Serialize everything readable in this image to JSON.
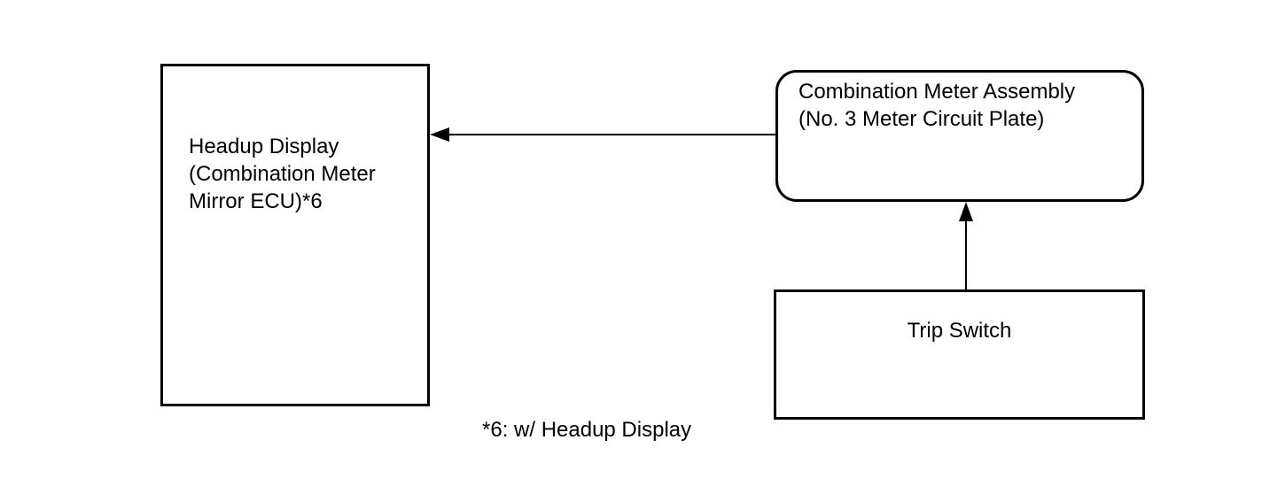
{
  "diagram": {
    "nodes": {
      "headup_display": {
        "lines": [
          "Headup Display",
          "(Combination Meter",
          "Mirror ECU)*6"
        ]
      },
      "combination_meter": {
        "lines": [
          "Combination Meter Assembly",
          "(No. 3 Meter Circuit Plate)"
        ]
      },
      "trip_switch": {
        "lines": [
          "Trip Switch"
        ]
      }
    },
    "connections": [
      {
        "from": "combination_meter",
        "to": "headup_display"
      },
      {
        "from": "trip_switch",
        "to": "combination_meter"
      }
    ],
    "footnote": "*6: w/ Headup Display"
  }
}
